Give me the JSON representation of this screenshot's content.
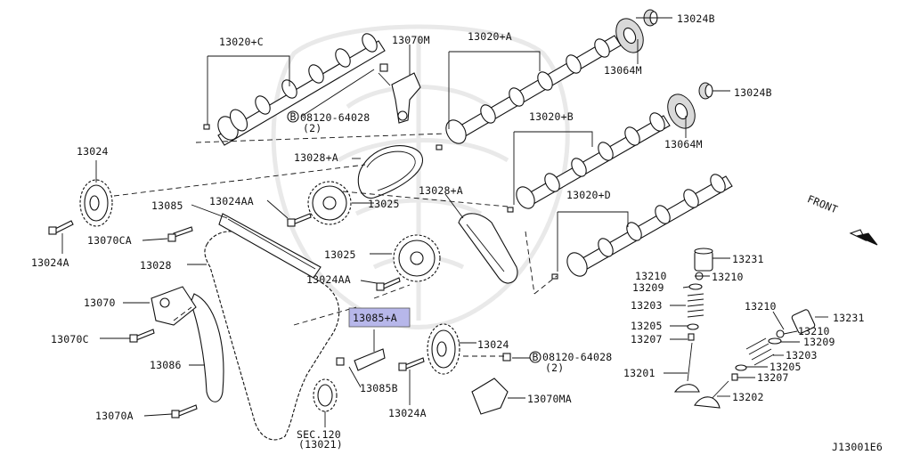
{
  "diagram": {
    "id": "J13001E6",
    "front_label": "FRONT",
    "highlighted_part": "13085+A",
    "sec_ref": [
      "SEC.120",
      "(13021)"
    ],
    "labels": {
      "l_13020C": "13020+C",
      "l_13070M": "13070M",
      "l_13020A": "13020+A",
      "l_13024B_1": "13024B",
      "l_13064M_1": "13064M",
      "l_13024B_2": "13024B",
      "l_13064M_2": "13064M",
      "l_08120_1": "08120-64028",
      "l_qty2_1": "(2)",
      "l_13028A_1": "13028+A",
      "l_13020B": "13020+B",
      "l_13024": "13024",
      "l_13085": "13085",
      "l_13024AA_1": "13024AA",
      "l_13025_1": "13025",
      "l_13028A_2": "13028+A",
      "l_13020D": "13020+D",
      "l_13070CA": "13070CA",
      "l_13024A": "13024A",
      "l_13028": "13028",
      "l_13025_2": "13025",
      "l_13024AA_2": "13024AA",
      "l_13070": "13070",
      "l_13085A": "13085+A",
      "l_13024_2": "13024",
      "l_13070C": "13070C",
      "l_08120_2": "08120-64028",
      "l_qty2_2": "(2)",
      "l_13086": "13086",
      "l_13085B": "13085B",
      "l_13024A_2": "13024A",
      "l_13070MA": "13070MA",
      "l_13070A": "13070A",
      "l_13231_1": "13231",
      "l_13210_1": "13210",
      "l_13210_2": "13210",
      "l_13209_1": "13209",
      "l_13203_1": "13203",
      "l_13205_1": "13205",
      "l_13207_1": "13207",
      "l_13201": "13201",
      "l_13210_3": "13210",
      "l_13231_2": "13231",
      "l_13210_4": "13210",
      "l_13209_2": "13209",
      "l_13203_2": "13203",
      "l_13205_2": "13205",
      "l_13207_2": "13207",
      "l_13202": "13202"
    }
  }
}
